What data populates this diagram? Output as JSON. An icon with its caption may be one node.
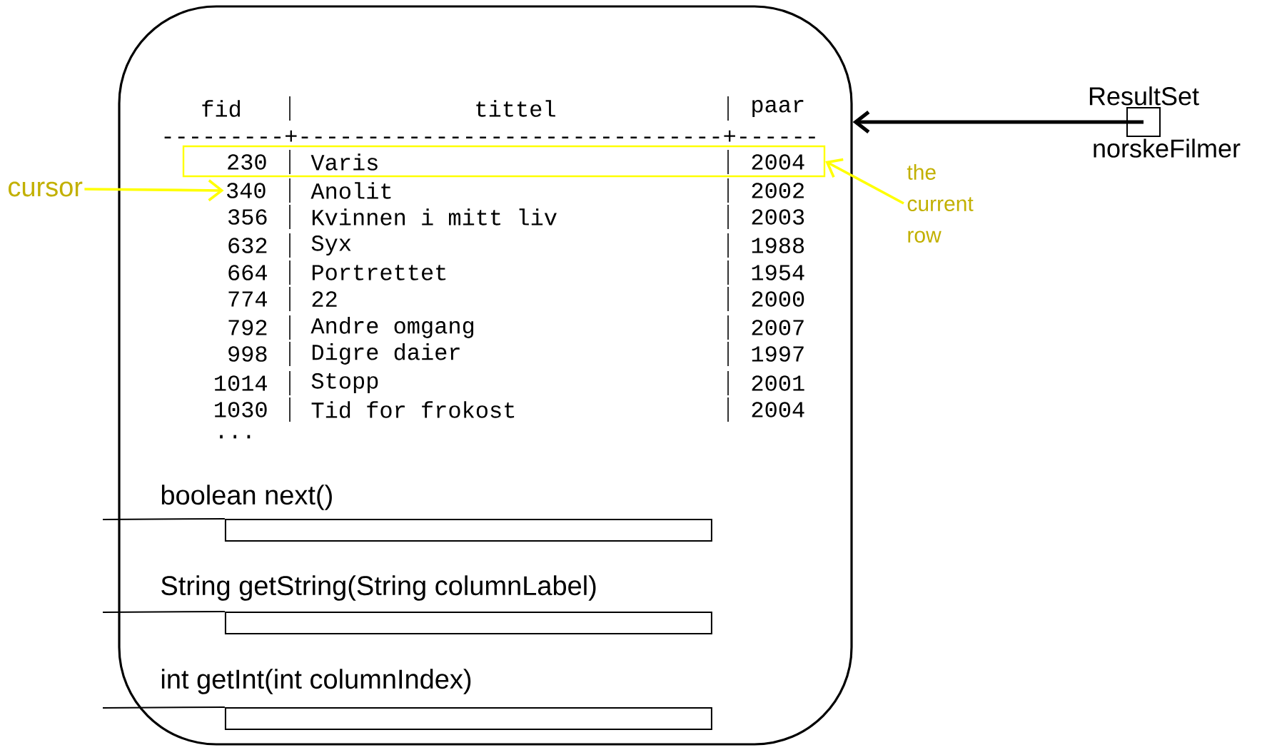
{
  "diagram": {
    "nodes": [
      {
        "text": [],
        "shape": "box"
      },
      {
        "text": [
          "ResultSet",
          "norskeFilmer"
        ]
      },
      {
        "text": [
          "cursor"
        ]
      },
      {
        "text": [
          "230",
          "Varis",
          "2004"
        ],
        "in": 0
      },
      {
        "text": [
          "340"
        ],
        "in": 0
      },
      {
        "text": [
          "the current row"
        ]
      },
      {
        "text": [
          "boolean next()"
        ],
        "in": 0
      },
      {
        "text": [
          "String getString(String columnLabel)"
        ],
        "in": 0
      },
      {
        "text": [
          "int getInt(int columnIndex)"
        ],
        "in": 0
      }
    ],
    "edges": [
      {
        "from": 1,
        "to": 0,
        "arrow": "to",
        "style": "thick"
      },
      {
        "from": 2,
        "to": 4,
        "arrow": "to",
        "color": "#ffff00"
      },
      {
        "from": 5,
        "to": 3,
        "arrow": "to",
        "color": "#ffff00"
      },
      {
        "from": null,
        "to": 6,
        "arrow": "none"
      },
      {
        "from": null,
        "to": 7,
        "arrow": "none"
      },
      {
        "from": null,
        "to": 8,
        "arrow": "none"
      }
    ],
    "labels": [
      "fid",
      "tittel",
      "paar",
      "---------+-------------------------------+------",
      "Anolit",
      "2002",
      "356",
      "Kvinnen i mitt liv",
      "2003",
      "632",
      "Syx",
      "1988",
      "664",
      "Portrettet",
      "1954",
      "774",
      "22",
      "2000",
      "792",
      "Andre omgang",
      "2007",
      "998",
      "Digre daier",
      "1997",
      "1014",
      "Stopp",
      "2001",
      "1030",
      "Tid for frokost",
      "2004",
      "..."
    ]
  }
}
